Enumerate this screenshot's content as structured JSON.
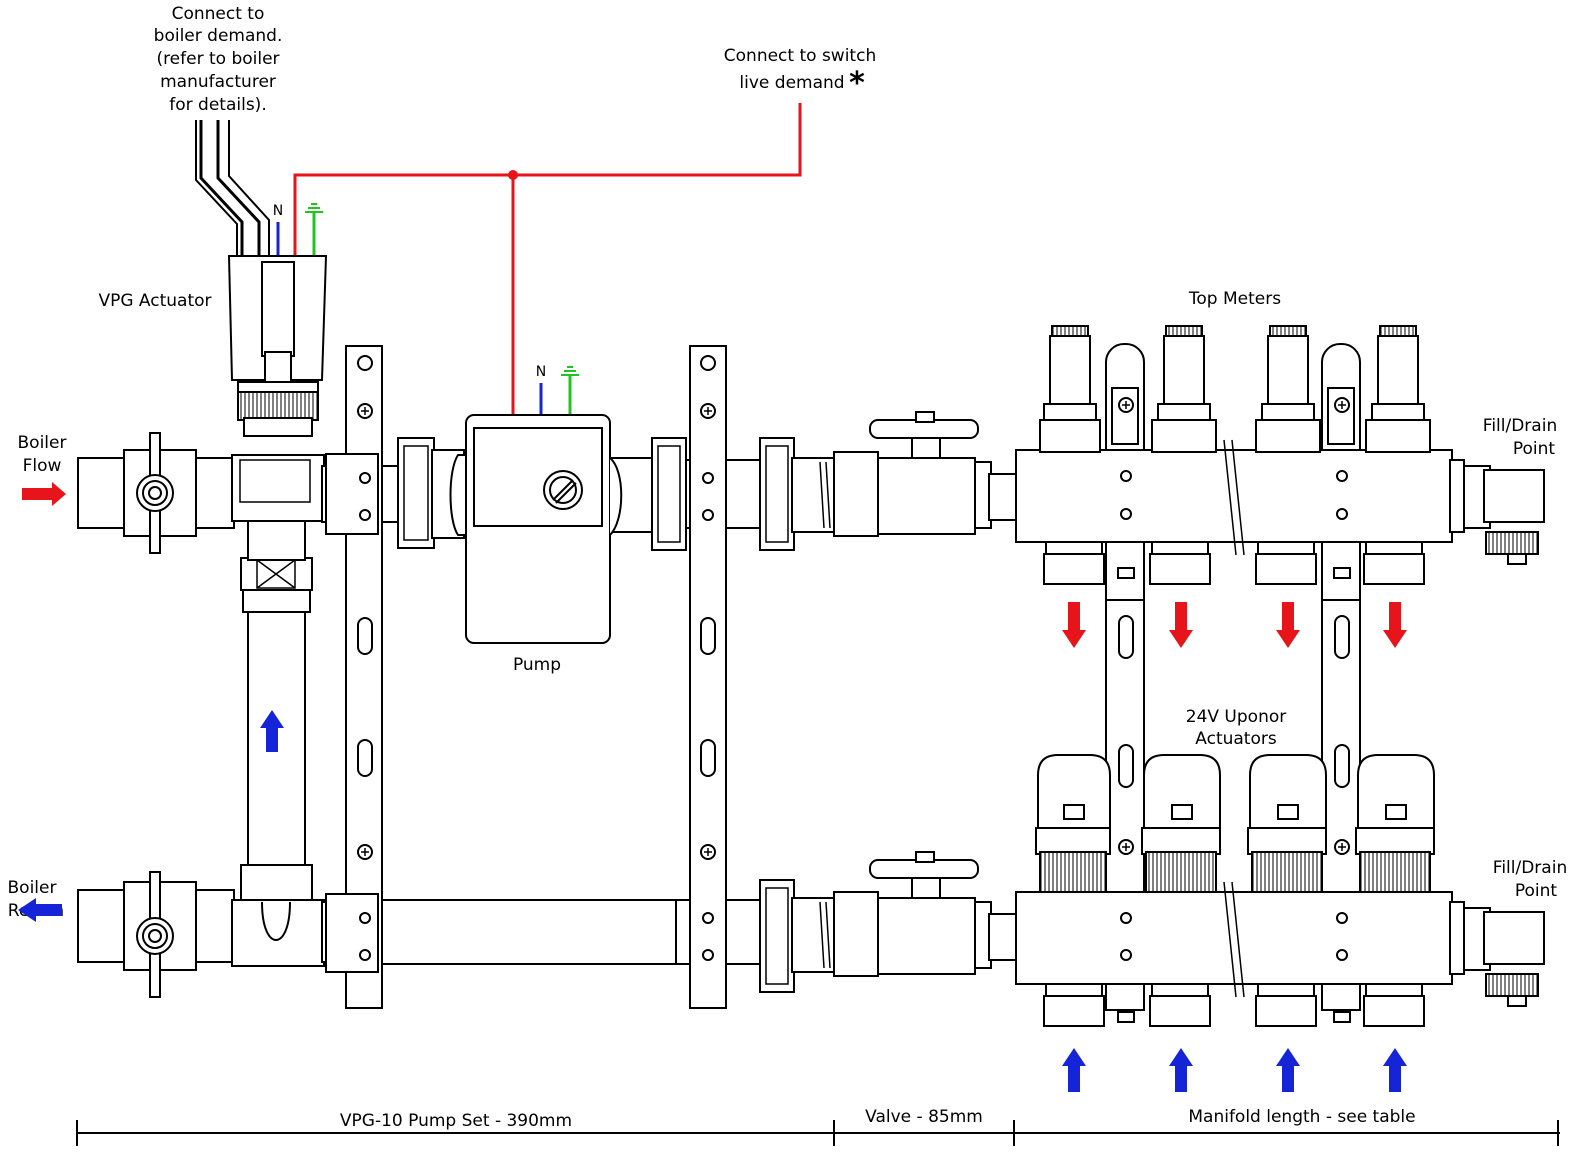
{
  "labels": {
    "boiler_demand": [
      "Connect to",
      "boiler demand.",
      "(refer to boiler",
      "manufacturer",
      "for details)."
    ],
    "switch_live": [
      "Connect to switch",
      "live demand"
    ],
    "asterisk": "*",
    "vpg_actuator": "VPG Actuator",
    "pump": "Pump",
    "top_meters": "Top Meters",
    "uponor_actuators": [
      "24V Uponor",
      "Actuators"
    ],
    "boiler_flow": [
      "Boiler",
      "Flow"
    ],
    "boiler_return": [
      "Boiler",
      "Return"
    ],
    "fill_drain_top": [
      "Fill/Drain",
      "Point"
    ],
    "fill_drain_bottom": [
      "Fill/Drain",
      "Point"
    ],
    "neutral_actuator": "N",
    "neutral_pump": "N"
  },
  "dimensions": {
    "pump_set": "VPG-10 Pump Set - 390mm",
    "valve": "Valve - 85mm",
    "manifold": "Manifold length - see table"
  },
  "colors": {
    "live_wire": "#e8141b",
    "neutral_wire": "#1524d6",
    "earth_wire": "#22c422",
    "flow_arrow": "#e8141b",
    "return_arrow": "#1524d6",
    "outline": "#000000",
    "body_fill": "#f2f2f2"
  }
}
